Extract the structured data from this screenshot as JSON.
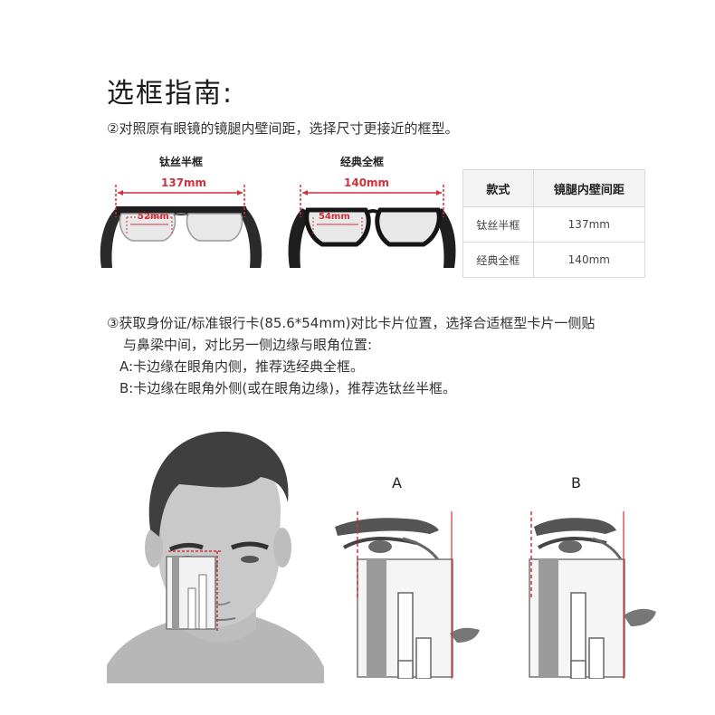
{
  "title": "选框指南:",
  "step2": "②对照原有眼镜的镜腿内壁间距，选择尺寸更接近的框型。",
  "glasses": [
    {
      "name": "钛丝半框",
      "temple": "137mm",
      "lens": "52mm"
    },
    {
      "name": "经典全框",
      "temple": "140mm",
      "lens": "54mm"
    }
  ],
  "table": {
    "headers": [
      "款式",
      "镜腿内壁间距"
    ],
    "rows": [
      [
        "钛丝半框",
        "137mm"
      ],
      [
        "经典全框",
        "140mm"
      ]
    ]
  },
  "step3": {
    "lines": [
      "③获取身份证/标准银行卡(85.6*54mm)对比卡片位置，选择合适框型卡片一侧贴",
      "与鼻梁中间，对比另一侧边缘与眼角位置:",
      "A:卡边缘在眼角内侧，推荐选经典全框。",
      "B:卡边缘在眼角外侧(或在眼角边缘)，推荐选钛丝半框。"
    ]
  },
  "labels": {
    "a": "A",
    "b": "B"
  },
  "colors": {
    "measure": "#d0313b",
    "text": "#222222"
  }
}
